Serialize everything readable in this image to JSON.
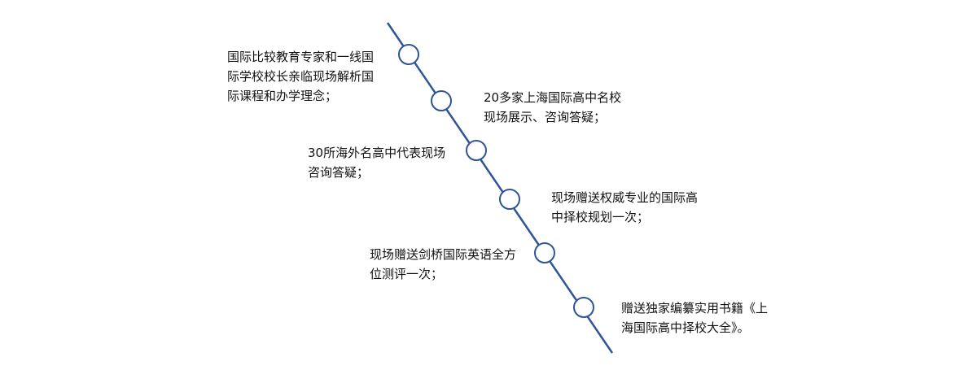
{
  "theme": {
    "line_color": "#2f5597",
    "node_fill": "#ffffff",
    "text_color": "#111111"
  },
  "timeline": {
    "items": [
      {
        "lines": [
          "国际比较教育专家和一线国",
          "际学校校长亲临现场解析国",
          "际课程和办学理念；"
        ]
      },
      {
        "lines": [
          "20多家上海国际高中名校",
          "现场展示、咨询答疑；"
        ]
      },
      {
        "lines": [
          "30所海外名高中代表现场",
          "咨询答疑；"
        ]
      },
      {
        "lines": [
          "现场赠送权威专业的国际高",
          "中择校规划一次；"
        ]
      },
      {
        "lines": [
          "现场赠送剑桥国际英语全方",
          "位测评一次；"
        ]
      },
      {
        "lines": [
          "赠送独家编纂实用书籍《上",
          "海国际高中择校大全》。"
        ]
      }
    ]
  }
}
